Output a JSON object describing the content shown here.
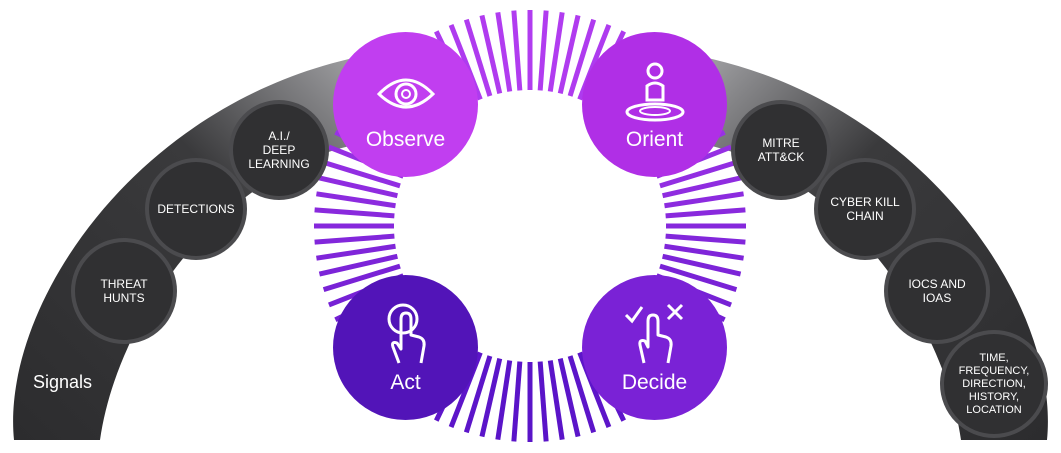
{
  "signals_label": "Signals",
  "phases": {
    "observe": {
      "label": "Observe",
      "color": "#c13ef0"
    },
    "orient": {
      "label": "Orient",
      "color": "#b02fe6"
    },
    "decide": {
      "label": "Decide",
      "color": "#7a22d6"
    },
    "act": {
      "label": "Act",
      "color": "#5214b8"
    }
  },
  "left_nodes": [
    {
      "label": "A.I./\nDEEP\nLEARNING"
    },
    {
      "label": "DETECTIONS"
    },
    {
      "label": "THREAT\nHUNTS"
    }
  ],
  "right_nodes": [
    {
      "label": "MITRE\nATT&CK"
    },
    {
      "label": "CYBER KILL\nCHAIN"
    },
    {
      "label": "IOCS AND\nIOAS"
    },
    {
      "label": "TIME,\nFREQUENCY,\nDIRECTION,\nHISTORY,\nLOCATION"
    }
  ],
  "colors": {
    "arc_dark": "#2e2e30",
    "arc_light": "#8a8a8e",
    "node_fill": "#303032",
    "ring_observe": "#b13cf0",
    "ring_act": "#5a14c8"
  },
  "icons": {
    "observe": "eye-icon",
    "orient": "person-target-icon",
    "decide": "hand-check-x-icon",
    "act": "hand-tap-icon"
  }
}
